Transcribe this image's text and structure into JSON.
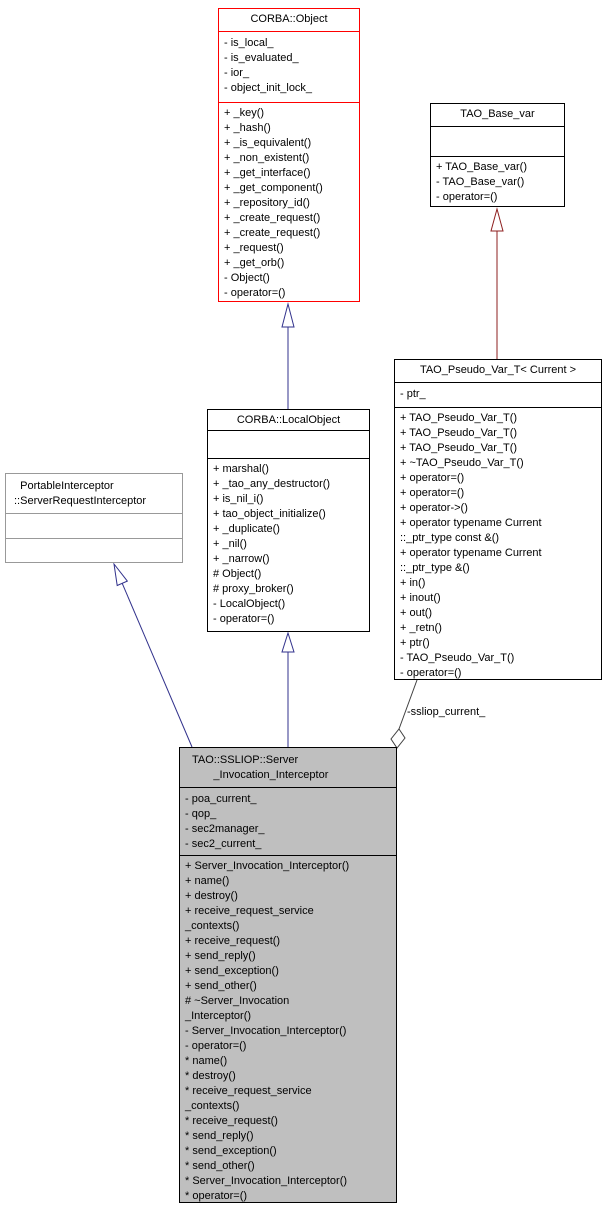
{
  "classes": {
    "corba_object": {
      "title": "CORBA::Object",
      "attributes": [
        "- is_local_",
        "- is_evaluated_",
        "- ior_",
        "- object_init_lock_"
      ],
      "methods": [
        "+ _key()",
        "+ _hash()",
        "+ _is_equivalent()",
        "+ _non_existent()",
        "+ _get_interface()",
        "+ _get_component()",
        "+ _repository_id()",
        "+ _create_request()",
        "+ _create_request()",
        "+ _request()",
        "+ _get_orb()",
        "- Object()",
        "- operator=()"
      ]
    },
    "tao_base_var": {
      "title": "TAO_Base_var",
      "attributes": [],
      "methods": [
        "+ TAO_Base_var()",
        "- TAO_Base_var()",
        "- operator=()"
      ]
    },
    "corba_local_object": {
      "title": "CORBA::LocalObject",
      "attributes": [],
      "methods": [
        "+ marshal()",
        "+ _tao_any_destructor()",
        "+ is_nil_i()",
        "+ tao_object_initialize()",
        "+ _duplicate()",
        "+ _nil()",
        "+ _narrow()",
        "# Object()",
        "# proxy_broker()",
        "- LocalObject()",
        "- operator=()"
      ]
    },
    "tao_pseudo_var_t": {
      "title": "TAO_Pseudo_Var_T< Current >",
      "attributes": [
        "- ptr_"
      ],
      "methods": [
        "+ TAO_Pseudo_Var_T()",
        "+ TAO_Pseudo_Var_T()",
        "+ TAO_Pseudo_Var_T()",
        "+ ~TAO_Pseudo_Var_T()",
        "+ operator=()",
        "+ operator=()",
        "+ operator->()",
        "+ operator typename Current\n::_ptr_type const &()",
        "+ operator typename Current\n::_ptr_type &()",
        "+ in()",
        "+ inout()",
        "+ out()",
        "+ _retn()",
        "+ ptr()",
        "- TAO_Pseudo_Var_T()",
        "- operator=()"
      ]
    },
    "portable_interceptor_server_request_interceptor": {
      "title": "  PortableInterceptor\n::ServerRequestInterceptor",
      "attributes": [],
      "methods": []
    },
    "server_invocation_interceptor": {
      "title": "TAO::SSLIOP::Server\n       _Invocation_Interceptor",
      "attributes": [
        "- poa_current_",
        "- qop_",
        "- sec2manager_",
        "- sec2_current_"
      ],
      "methods": [
        "+ Server_Invocation_Interceptor()",
        "+ name()",
        "+ destroy()",
        "+ receive_request_service\n_contexts()",
        "+ receive_request()",
        "+ send_reply()",
        "+ send_exception()",
        "+ send_other()",
        "# ~Server_Invocation\n_Interceptor()",
        "- Server_Invocation_Interceptor()",
        "- operator=()",
        "* name()",
        "* destroy()",
        "* receive_request_service\n_contexts()",
        "* receive_request()",
        "* send_reply()",
        "* send_exception()",
        "* send_other()",
        "* Server_Invocation_Interceptor()",
        "* operator=()"
      ]
    }
  },
  "edges": {
    "ssliop_current_label": "-ssliop_current_"
  },
  "colors": {
    "inheritance_blue": "#32328c",
    "inheritance_dark_red": "#8e1f1f",
    "usage_edge_gray": "#404040",
    "highlight_border_red": "#ff0000",
    "gray_border": "#999999",
    "focus_node_fill": "#bfbfbf"
  }
}
